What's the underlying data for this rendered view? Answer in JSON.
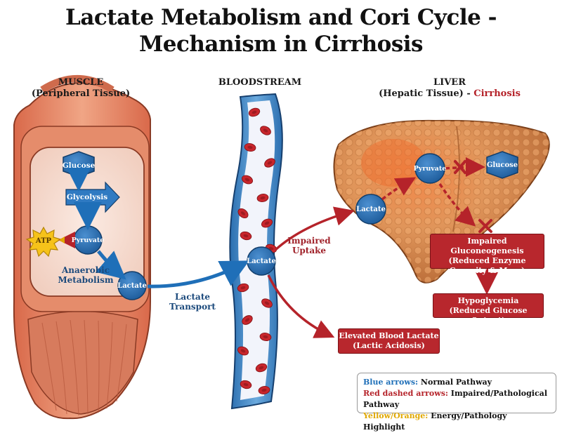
{
  "title": {
    "line1": "Lactate Metabolism and Cori Cycle -",
    "line2": "Mechanism in Cirrhosis"
  },
  "sections": {
    "muscle": {
      "name": "MUSCLE",
      "sub": "(Peripheral Tissue)"
    },
    "bloodstream": {
      "name": "BLOODSTREAM"
    },
    "liver": {
      "name": "LIVER",
      "sub": "(Hepatic Tissue) - ",
      "sub_red": "Cirrhosis"
    }
  },
  "muscle": {
    "glucose": "Glucose",
    "glycolysis": "Glycolysis",
    "pyruvate": "Pyruvate",
    "atp": "ATP",
    "anaerobic_line1": "Anaerobic",
    "anaerobic_line2": "Metabolism",
    "lactate": "Lactate"
  },
  "transport": {
    "line1": "Lactate",
    "line2": "Transport"
  },
  "blood": {
    "lactate": "Lactate"
  },
  "uptake": {
    "line1": "Impaired",
    "line2": "Uptake"
  },
  "liver": {
    "lactate": "Lactate",
    "pyruvate": "Pyruvate",
    "glucose": "Glucose"
  },
  "boxes": {
    "gluconeo": {
      "line1": "Impaired Gluconeogenesis",
      "line2": "(Reduced Enzyme",
      "line3": "Capacity & Mass)"
    },
    "hypo": {
      "line1": "Hypoglycemia",
      "line2": "(Reduced Glucose Output)"
    },
    "elevated": {
      "line1": "Elevated Blood Lactate",
      "line2": "(Lactic Acidosis)"
    }
  },
  "legend": {
    "blue_key": "Blue arrows:",
    "blue_val": " Normal Pathway",
    "red_key": "Red dashed arrows:",
    "red_val": " Impaired/Pathological Pathway",
    "yellow_key": "Yellow/Orange:",
    "yellow_val": " Energy/Pathology Highlight"
  },
  "colors": {
    "normal_arrow": "#1f6fb8",
    "impaired_arrow": "#b5232a",
    "energy": "#f6c21a",
    "muscle": "#e88a6a",
    "liver": "#d98a4e",
    "vessel": "#3f86c8",
    "rbc": "#c8262c"
  }
}
